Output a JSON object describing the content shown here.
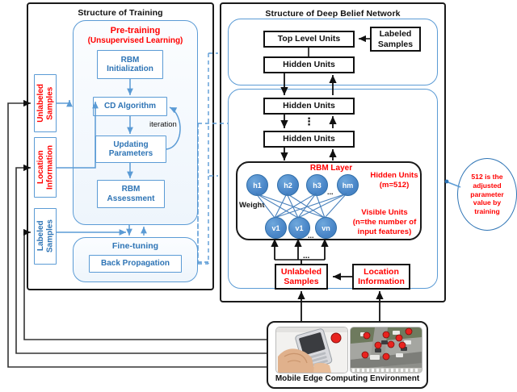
{
  "panels": {
    "training": {
      "title": "Structure of Training"
    },
    "dbn": {
      "title": "Structure of Deep Belief Network"
    }
  },
  "training": {
    "pretraining": {
      "title_line1": "Pre-training",
      "title_line2": "(Unsupervised Learning)",
      "steps": [
        {
          "line1": "RBM",
          "line2": "Initialization"
        },
        {
          "line1": "CD Algorithm",
          "line2": ""
        },
        {
          "line1": "Updating",
          "line2": "Parameters"
        },
        {
          "line1": "RBM",
          "line2": "Assessment"
        }
      ],
      "iteration_label": "iteration"
    },
    "finetuning": {
      "title": "Fine-tuning",
      "box": "Back Propagation"
    }
  },
  "inputs": [
    {
      "line1": "Unlabeled",
      "line2": "Samples",
      "color": "#FF0000"
    },
    {
      "line1": "Location",
      "line2": "Information",
      "color": "#FF0000"
    },
    {
      "line1": "Labeled",
      "line2": "Samples",
      "color": "#2E74B5"
    }
  ],
  "dbn": {
    "top_group": {
      "top_level_units": "Top Level Units",
      "hidden_units": "Hidden Units",
      "labeled_samples": {
        "line1": "Labeled",
        "line2": "Samples"
      }
    },
    "stack": {
      "hidden_units_1": "Hidden Units",
      "vertical_ellipsis": "⋮",
      "hidden_units_2": "Hidden Units"
    },
    "rbm": {
      "title": "RBM Layer",
      "weight_label": "Weight",
      "hidden_nodes": [
        "h1",
        "h2",
        "h3",
        "hm"
      ],
      "hidden_ellipsis": "...",
      "visible_nodes": [
        "v1",
        "v1",
        "vn"
      ],
      "visible_ellipsis": "...",
      "hidden_caption_line1": "Hidden Units",
      "hidden_caption_line2": "(m=512)",
      "visible_caption_line1": "Visible Units",
      "visible_caption_line2": "(n=the number of",
      "visible_caption_line3": "input features)"
    },
    "sources": [
      {
        "line1": "Unlabeled",
        "line2": "Samples"
      },
      {
        "line1": "Location",
        "line2": "Information"
      }
    ],
    "lower_ellipsis": "..."
  },
  "callout": {
    "lines": [
      "512 is the",
      "adjusted",
      "parameter",
      "value by",
      "training"
    ]
  },
  "environment": {
    "caption": "Mobile Edge Computing Environment",
    "photo_left_name": "handheld-device-photo",
    "photo_right_name": "aerial-intersection-photo"
  },
  "colors": {
    "red": "#FF0000",
    "blue": "#2E74B5",
    "node_blue": "#4A86C8",
    "soft_blue_border": "#5B9BD5",
    "black": "#111111"
  }
}
